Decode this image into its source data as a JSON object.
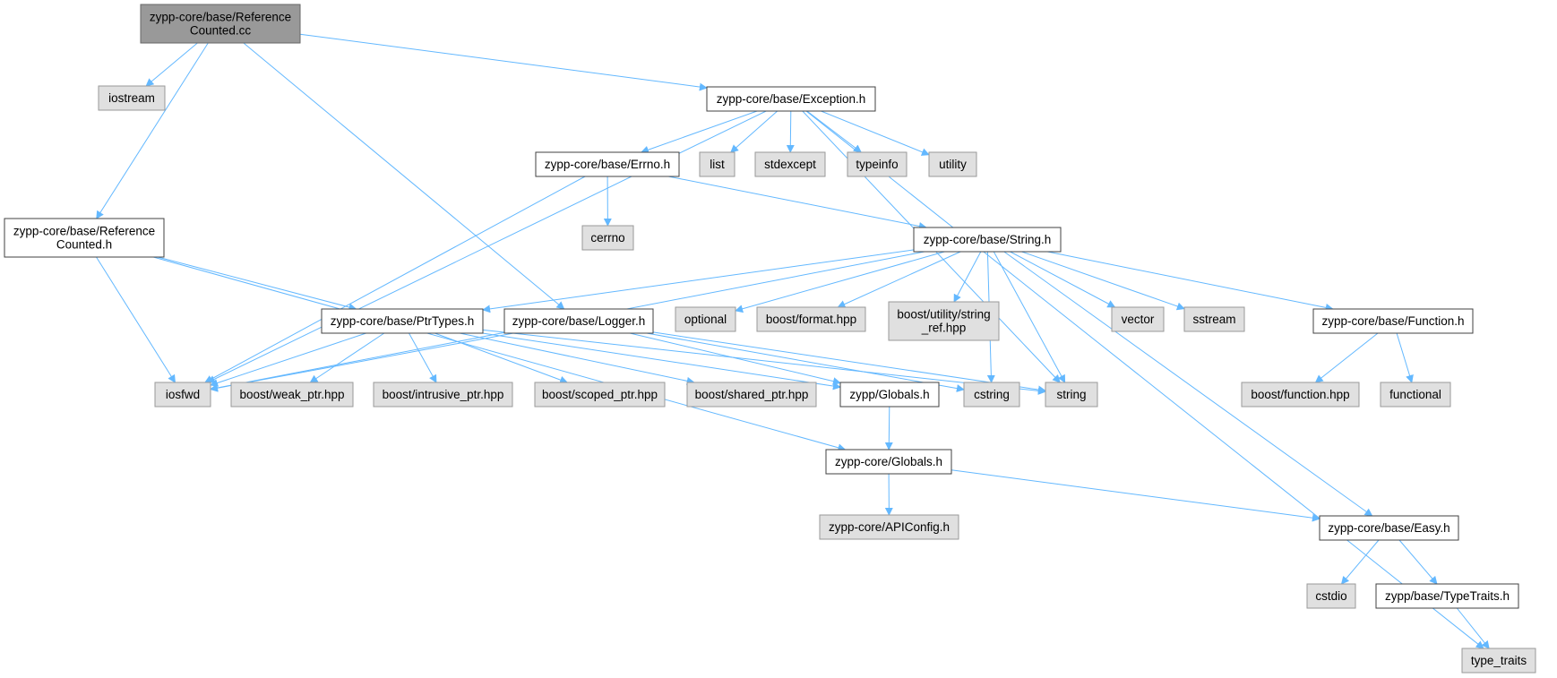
{
  "colors": {
    "edge": "#63b8ff",
    "root_fill": "#999999",
    "root_stroke": "#666666",
    "doc_fill": "#ffffff",
    "doc_stroke": "#404040",
    "ext_fill": "#e0e0e0",
    "ext_stroke": "#999999"
  },
  "nodes": [
    {
      "id": "refcounted_cc",
      "kind": "root",
      "lines": [
        "zypp-core/base/Reference",
        "Counted.cc"
      ]
    },
    {
      "id": "iostream",
      "kind": "external",
      "lines": [
        "iostream"
      ]
    },
    {
      "id": "exception_h",
      "kind": "documented",
      "lines": [
        "zypp-core/base/Exception.h"
      ]
    },
    {
      "id": "errno_h",
      "kind": "documented",
      "lines": [
        "zypp-core/base/Errno.h"
      ]
    },
    {
      "id": "list",
      "kind": "external",
      "lines": [
        "list"
      ]
    },
    {
      "id": "stdexcept",
      "kind": "external",
      "lines": [
        "stdexcept"
      ]
    },
    {
      "id": "typeinfo",
      "kind": "external",
      "lines": [
        "typeinfo"
      ]
    },
    {
      "id": "utility",
      "kind": "external",
      "lines": [
        "utility"
      ]
    },
    {
      "id": "refcounted_h",
      "kind": "documented",
      "lines": [
        "zypp-core/base/Reference",
        "Counted.h"
      ]
    },
    {
      "id": "cerrno",
      "kind": "external",
      "lines": [
        "cerrno"
      ]
    },
    {
      "id": "string_h",
      "kind": "documented",
      "lines": [
        "zypp-core/base/String.h"
      ]
    },
    {
      "id": "ptrtypes_h",
      "kind": "documented",
      "lines": [
        "zypp-core/base/PtrTypes.h"
      ]
    },
    {
      "id": "logger_h",
      "kind": "documented",
      "lines": [
        "zypp-core/base/Logger.h"
      ]
    },
    {
      "id": "optional",
      "kind": "external",
      "lines": [
        "optional"
      ]
    },
    {
      "id": "boost_format",
      "kind": "external",
      "lines": [
        "boost/format.hpp"
      ]
    },
    {
      "id": "boost_string_ref",
      "kind": "external",
      "lines": [
        "boost/utility/string",
        "_ref.hpp"
      ]
    },
    {
      "id": "vector",
      "kind": "external",
      "lines": [
        "vector"
      ]
    },
    {
      "id": "sstream",
      "kind": "external",
      "lines": [
        "sstream"
      ]
    },
    {
      "id": "function_h",
      "kind": "documented",
      "lines": [
        "zypp-core/base/Function.h"
      ]
    },
    {
      "id": "iosfwd",
      "kind": "external",
      "lines": [
        "iosfwd"
      ]
    },
    {
      "id": "boost_weak_ptr",
      "kind": "external",
      "lines": [
        "boost/weak_ptr.hpp"
      ]
    },
    {
      "id": "boost_intrusive_ptr",
      "kind": "external",
      "lines": [
        "boost/intrusive_ptr.hpp"
      ]
    },
    {
      "id": "boost_scoped_ptr",
      "kind": "external",
      "lines": [
        "boost/scoped_ptr.hpp"
      ]
    },
    {
      "id": "boost_shared_ptr",
      "kind": "external",
      "lines": [
        "boost/shared_ptr.hpp"
      ]
    },
    {
      "id": "zypp_globals_h",
      "kind": "documented",
      "lines": [
        "zypp/Globals.h"
      ]
    },
    {
      "id": "cstring",
      "kind": "external",
      "lines": [
        "cstring"
      ]
    },
    {
      "id": "string",
      "kind": "external",
      "lines": [
        "string"
      ]
    },
    {
      "id": "boost_function",
      "kind": "external",
      "lines": [
        "boost/function.hpp"
      ]
    },
    {
      "id": "functional",
      "kind": "external",
      "lines": [
        "functional"
      ]
    },
    {
      "id": "core_globals_h",
      "kind": "documented",
      "lines": [
        "zypp-core/Globals.h"
      ]
    },
    {
      "id": "apiconfig_h",
      "kind": "external",
      "lines": [
        "zypp-core/APIConfig.h"
      ]
    },
    {
      "id": "easy_h",
      "kind": "documented",
      "lines": [
        "zypp-core/base/Easy.h"
      ]
    },
    {
      "id": "cstdio",
      "kind": "external",
      "lines": [
        "cstdio"
      ]
    },
    {
      "id": "typetraits_h",
      "kind": "documented",
      "lines": [
        "zypp/base/TypeTraits.h"
      ]
    },
    {
      "id": "type_traits",
      "kind": "external",
      "lines": [
        "type_traits"
      ]
    }
  ],
  "edges": [
    [
      "refcounted_cc",
      "iostream"
    ],
    [
      "refcounted_cc",
      "exception_h"
    ],
    [
      "refcounted_cc",
      "refcounted_h"
    ],
    [
      "refcounted_cc",
      "logger_h"
    ],
    [
      "exception_h",
      "errno_h"
    ],
    [
      "exception_h",
      "list"
    ],
    [
      "exception_h",
      "stdexcept"
    ],
    [
      "exception_h",
      "typeinfo"
    ],
    [
      "exception_h",
      "utility"
    ],
    [
      "exception_h",
      "iosfwd"
    ],
    [
      "exception_h",
      "string"
    ],
    [
      "exception_h",
      "type_traits"
    ],
    [
      "errno_h",
      "cerrno"
    ],
    [
      "errno_h",
      "string_h"
    ],
    [
      "errno_h",
      "iosfwd"
    ],
    [
      "refcounted_h",
      "iosfwd"
    ],
    [
      "refcounted_h",
      "ptrtypes_h"
    ],
    [
      "refcounted_h",
      "core_globals_h"
    ],
    [
      "string_h",
      "ptrtypes_h"
    ],
    [
      "string_h",
      "iosfwd"
    ],
    [
      "string_h",
      "optional"
    ],
    [
      "string_h",
      "boost_format"
    ],
    [
      "string_h",
      "boost_string_ref"
    ],
    [
      "string_h",
      "vector"
    ],
    [
      "string_h",
      "sstream"
    ],
    [
      "string_h",
      "function_h"
    ],
    [
      "string_h",
      "cstring"
    ],
    [
      "string_h",
      "string"
    ],
    [
      "string_h",
      "easy_h"
    ],
    [
      "ptrtypes_h",
      "iosfwd"
    ],
    [
      "ptrtypes_h",
      "boost_weak_ptr"
    ],
    [
      "ptrtypes_h",
      "boost_intrusive_ptr"
    ],
    [
      "ptrtypes_h",
      "boost_scoped_ptr"
    ],
    [
      "ptrtypes_h",
      "boost_shared_ptr"
    ],
    [
      "ptrtypes_h",
      "zypp_globals_h"
    ],
    [
      "ptrtypes_h",
      "string"
    ],
    [
      "logger_h",
      "iosfwd"
    ],
    [
      "logger_h",
      "cstring"
    ],
    [
      "logger_h",
      "zypp_globals_h"
    ],
    [
      "logger_h",
      "string"
    ],
    [
      "function_h",
      "boost_function"
    ],
    [
      "function_h",
      "functional"
    ],
    [
      "zypp_globals_h",
      "core_globals_h"
    ],
    [
      "core_globals_h",
      "apiconfig_h"
    ],
    [
      "core_globals_h",
      "easy_h"
    ],
    [
      "easy_h",
      "cstdio"
    ],
    [
      "easy_h",
      "typetraits_h"
    ],
    [
      "typetraits_h",
      "type_traits"
    ]
  ]
}
